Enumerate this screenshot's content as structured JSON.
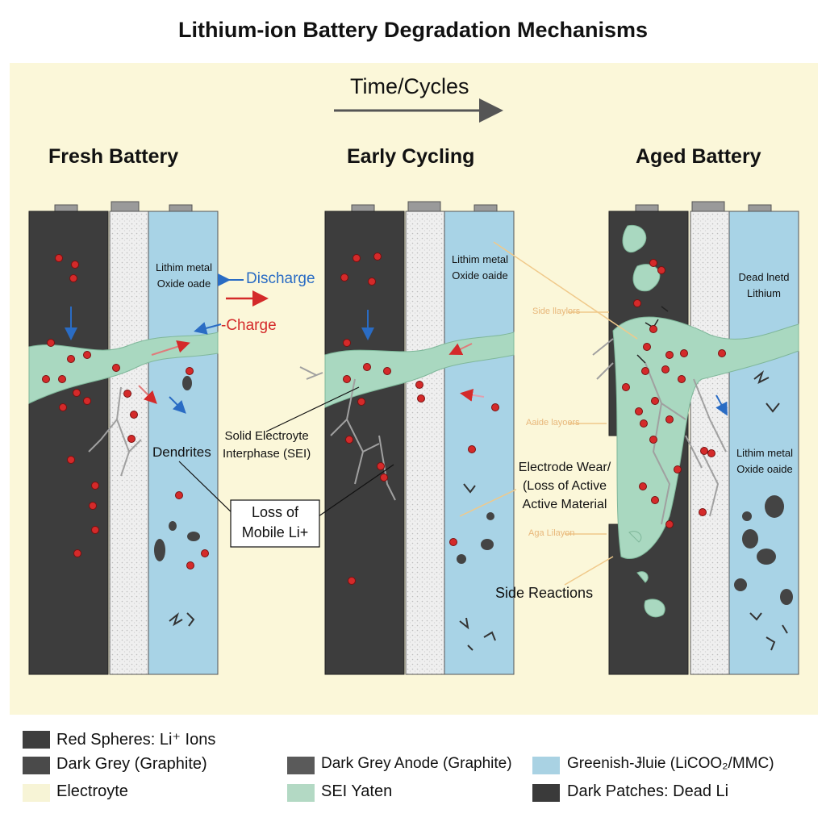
{
  "title": "Lithium-ion Battery Degradation Mechanisms",
  "time_arrow_label": "Time/Cycles",
  "panels": [
    {
      "title": "Fresh Battery",
      "cathode_label": "Lithim metal\nOxide oade"
    },
    {
      "title": "Early Cycling",
      "cathode_label": "Lithim metal\nOxide oaide"
    },
    {
      "title": "Aged Battery",
      "cathode_label_top": "Dead lnetd\nLithium",
      "cathode_label_bottom": "Lithim metal\nOxide oaide"
    }
  ],
  "annotations": {
    "discharge": "Discharge",
    "charge": "-Charge",
    "dendrites": "Dendrites",
    "sei": "Solid Electroyte\nInterphase (SEI)",
    "loss_mobile": "Loss of\nMobile Li+",
    "electrode_wear": "Electrode Wear/\n(Loss of Active\nActive Material",
    "side_reactions": "Side Reactions",
    "faint_1": "Side llaylors",
    "faint_2": "Aaide layoers",
    "faint_3": "Aga Lilayon"
  },
  "legend": [
    {
      "label": "Red Spheres: Li⁺ Ions",
      "color": "#3e3e3e"
    },
    {
      "label": "Dark Grey (Graphite)",
      "color": "#4a4a4a"
    },
    {
      "label": "Electroyte",
      "color": "#f7f4d6"
    },
    {
      "label": "Dark Grey Anode (Graphite)",
      "color": "#5a5a5a"
    },
    {
      "label": "SEI Yaten",
      "color": "#b3d9c4"
    },
    {
      "label": "Greenish-Ɉluie (LiCOO₂/MMC)",
      "color": "#a9d2e3"
    },
    {
      "label": "Dark Patches: Dead Li",
      "color": "#3a3a3a"
    }
  ],
  "colors": {
    "background": "#fbf7d9",
    "anode": "#3d3d3d",
    "separator": "#efefef",
    "cathode": "#a8d3e6",
    "sei": "#a9d8c0",
    "li_ion": "#d42a2a",
    "discharge": "#2a6cc4",
    "charge": "#d42a2a"
  }
}
